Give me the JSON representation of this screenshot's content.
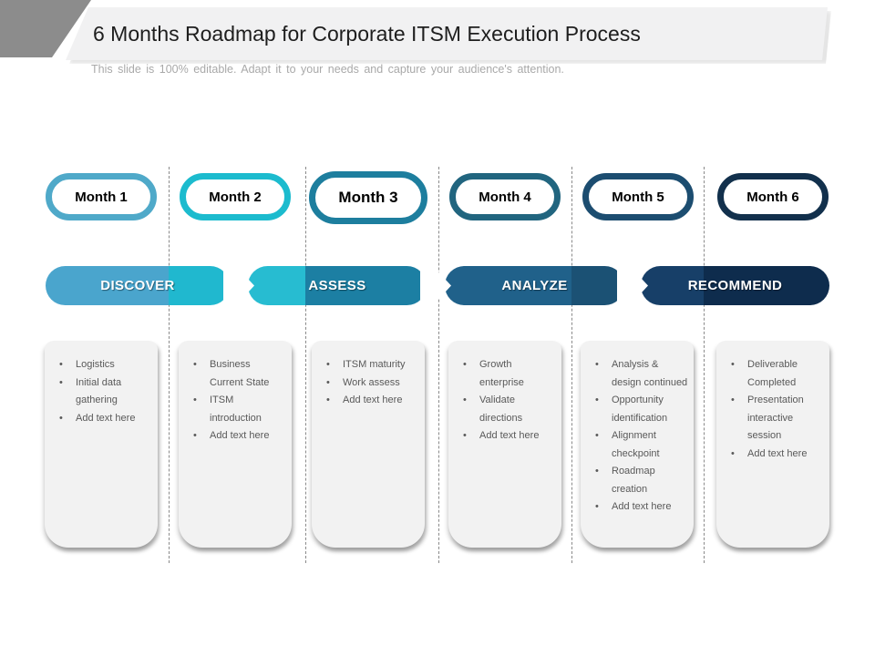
{
  "header": {
    "title": "6 Months Roadmap for Corporate ITSM Execution Process",
    "subtitle": "This slide is 100% editable. Adapt it to your needs and capture your audience's attention.",
    "corner_color": "#8c8c8c",
    "banner_color": "#f1f1f2"
  },
  "colors": {
    "card_background": "#f2f2f2",
    "card_text": "#595959",
    "divider": "#8a8a8a",
    "arrow_glyph": "#ffffff"
  },
  "months": [
    {
      "label": "Month 1",
      "color": "#4fa9c9"
    },
    {
      "label": "Month 2",
      "color": "#1cbbce"
    },
    {
      "label": "Month 3",
      "color": "#1d7e9e"
    },
    {
      "label": "Month 4",
      "color": "#21657f"
    },
    {
      "label": "Month 5",
      "color": "#1c4d70"
    },
    {
      "label": "Month 6",
      "color": "#12304c"
    }
  ],
  "phases": [
    {
      "label": "DISCOVER",
      "color_left": "#4aa5cd",
      "color_right": "#20b8cf"
    },
    {
      "label": "ASSESS",
      "color_left": "#27bcd1",
      "color_right": "#1c7fa3"
    },
    {
      "label": "ANALYZE",
      "color_left": "#20618a",
      "color_right": "#1b5174"
    },
    {
      "label": "RECOMMEND",
      "color_left": "#173f68",
      "color_right": "#0e2c4d"
    }
  ],
  "cards": [
    {
      "items": [
        "Logistics",
        "Initial data gathering",
        "Add text here"
      ]
    },
    {
      "items": [
        "Business Current State",
        "ITSM introduction",
        "Add text here"
      ]
    },
    {
      "items": [
        "ITSM maturity",
        "Work assess",
        "Add text here"
      ]
    },
    {
      "items": [
        "Growth enterprise",
        "Validate directions",
        "Add text here"
      ]
    },
    {
      "items": [
        "Analysis & design continued",
        "Opportunity identification",
        "Alignment checkpoint",
        "Roadmap creation",
        "Add text here"
      ]
    },
    {
      "items": [
        "Deliverable Completed",
        "Presentation interactive session",
        "Add text here"
      ]
    }
  ]
}
